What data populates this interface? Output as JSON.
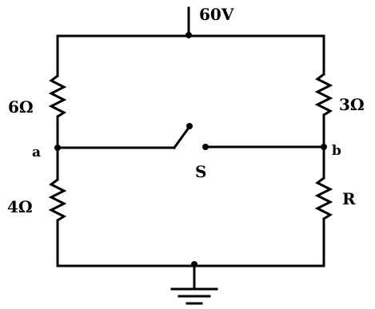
{
  "supply": {
    "label": "60V"
  },
  "resistors": {
    "top_left": "6Ω",
    "top_right": "3Ω",
    "bottom_left": "4Ω",
    "bottom_right": "R"
  },
  "nodes": {
    "left": "a",
    "right": "b"
  },
  "switch": {
    "label": "S"
  }
}
